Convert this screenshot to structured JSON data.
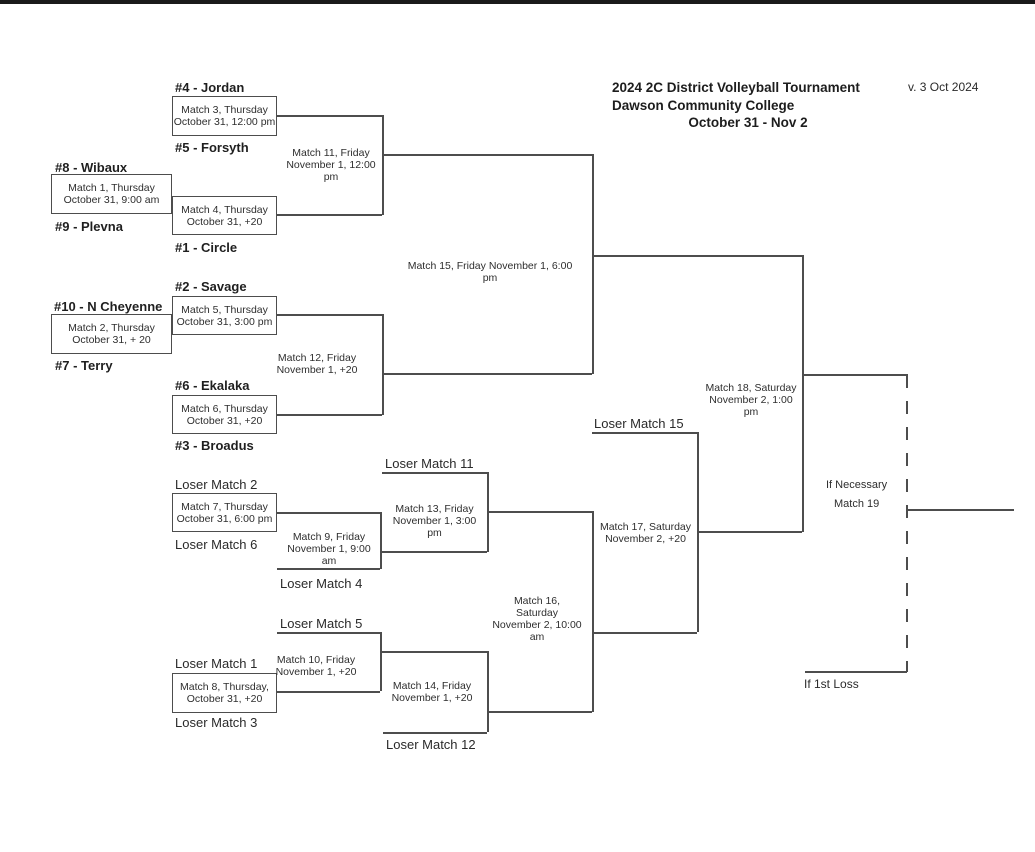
{
  "page": {
    "title_line1": "2024 2C District Volleyball Tournament",
    "title_line2": "Dawson Community College",
    "title_line3": "October 31 - Nov 2",
    "version": "v. 3 Oct 2024"
  },
  "colors": {
    "line": "#4d4d4d",
    "text": "#262626",
    "top_bar": "#1a1a1a"
  },
  "seeds": {
    "s4": "#4 - Jordan",
    "s5": "#5 - Forsyth",
    "s8": "#8 - Wibaux",
    "s9": "#9 - Plevna",
    "s1": "#1 - Circle",
    "s10": "#10 - N Cheyenne",
    "s7": "#7 - Terry",
    "s2": "#2 - Savage",
    "s6": "#6 - Ekalaka",
    "s3": "#3 - Broadus"
  },
  "feeds": {
    "loser1": "Loser Match 1",
    "loser2": "Loser Match 2",
    "loser3": "Loser Match 3",
    "loser4": "Loser Match 4",
    "loser5": "Loser Match 5",
    "loser6": "Loser Match 6",
    "loser11": "Loser Match 11",
    "loser12": "Loser Match 12",
    "loser15": "Loser Match 15"
  },
  "matches": {
    "m1": {
      "l1": "Match 1, Thursday",
      "l2": "October 31, 9:00 am"
    },
    "m2": {
      "l1": "Match 2, Thursday",
      "l2": "October 31, + 20"
    },
    "m3": {
      "l1": "Match 3, Thursday",
      "l2": "October 31, 12:00 pm"
    },
    "m4": {
      "l1": "Match 4, Thursday",
      "l2": "October 31, +20"
    },
    "m5": {
      "l1": "Match 5, Thursday",
      "l2": "October 31, 3:00 pm"
    },
    "m6": {
      "l1": "Match 6, Thursday",
      "l2": "October 31, +20"
    },
    "m7": {
      "l1": "Match 7, Thursday",
      "l2": "October 31, 6:00 pm"
    },
    "m8": {
      "l1": "Match 8, Thursday,",
      "l2": "October 31, +20"
    },
    "m9": {
      "l1": "Match 9, Friday",
      "l2": "November 1, 9:00 am"
    },
    "m10": {
      "l1": "Match 10, Friday",
      "l2": "November 1, +20"
    },
    "m11": {
      "l1": "Match 11, Friday",
      "l2": "November 1, 12:00",
      "l3": "pm"
    },
    "m12": {
      "l1": "Match 12, Friday",
      "l2": "November 1, +20"
    },
    "m13": {
      "l1": "Match 13, Friday",
      "l2": "November 1, 3:00 pm"
    },
    "m14": {
      "l1": "Match 14, Friday",
      "l2": "November 1, +20"
    },
    "m15": {
      "l1": "Match 15, Friday November 1, 6:00 pm"
    },
    "m16": {
      "l1": "Match 16, Saturday",
      "l2": "November 2, 10:00",
      "l3": "am"
    },
    "m17": {
      "l1": "Match 17, Saturday",
      "l2": "November 2, +20"
    },
    "m18": {
      "l1": "Match 18, Saturday",
      "l2": "November 2, 1:00 pm"
    }
  },
  "extras": {
    "if_necessary": "If Necessary",
    "match19": "Match 19",
    "if_first_loss": "If 1st Loss"
  }
}
